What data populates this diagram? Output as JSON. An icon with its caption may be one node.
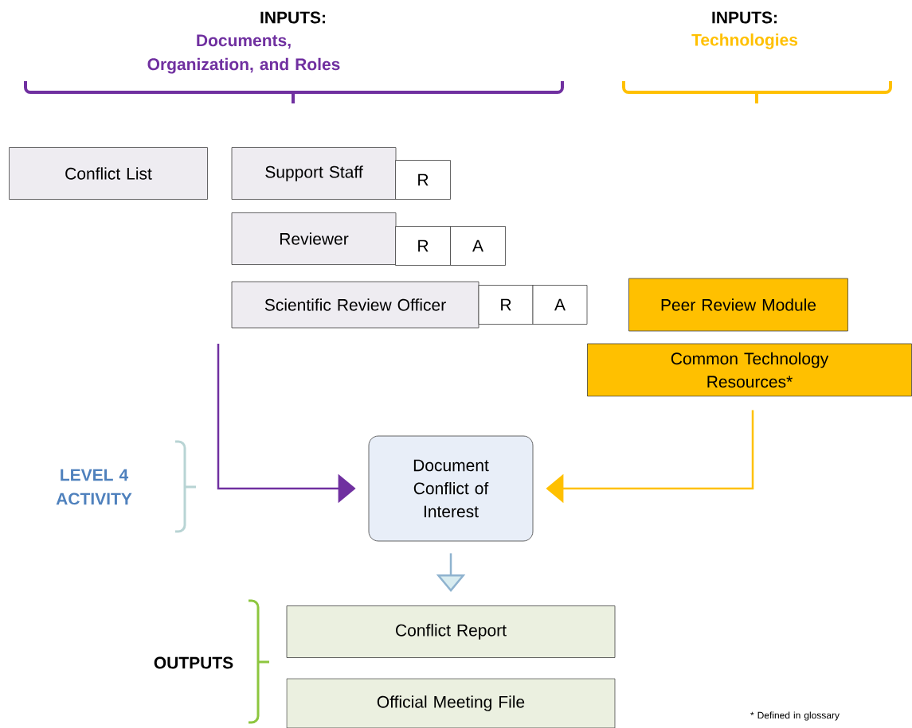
{
  "diagram": {
    "nodes": [
      {
        "text": [
          "Conflict List"
        ]
      },
      {
        "text": [
          "Support Staff"
        ]
      },
      {
        "text": [
          "R"
        ]
      },
      {
        "text": [
          "Reviewer"
        ]
      },
      {
        "text": [
          "R"
        ]
      },
      {
        "text": [
          "A"
        ]
      },
      {
        "text": [
          "Scientific Review Officer"
        ]
      },
      {
        "text": [
          "R"
        ]
      },
      {
        "text": [
          "A"
        ]
      },
      {
        "text": [
          "Peer Review Module"
        ]
      },
      {
        "text": [
          "Common Technology Resources*"
        ]
      },
      {
        "text": [
          "Document Conflict of Interest"
        ]
      },
      {
        "text": [
          "Conflict Report"
        ]
      },
      {
        "text": [
          "Official Meeting File"
        ]
      }
    ],
    "edges": [
      {
        "from": null,
        "to": 11,
        "arrow": "to",
        "color": "#7030a0"
      },
      {
        "from": 10,
        "to": 11,
        "arrow": "to",
        "color": "#ffc000"
      },
      {
        "from": 11,
        "to": 12,
        "arrow": "to",
        "color": "#8fb3cf"
      }
    ],
    "labels": [
      "INPUTS:",
      "Documents, Organization, and Roles",
      "INPUTS:",
      "Technologies",
      "LEVEL 4 ACTIVITY",
      "OUTPUTS",
      "* Defined in glossary"
    ]
  }
}
